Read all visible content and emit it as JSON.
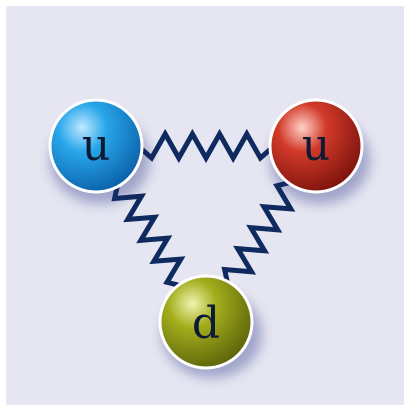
{
  "diagram": {
    "background_color": "#e6e6f2",
    "gluon_color": "#0f2a5e",
    "quarks": [
      {
        "label": "u",
        "color": "#1a9ae0",
        "color_name": "blue"
      },
      {
        "label": "u",
        "color": "#c0241c",
        "color_name": "red"
      },
      {
        "label": "d",
        "color": "#8e9a12",
        "color_name": "olive-green"
      }
    ],
    "gluons": [
      {
        "from": 0,
        "to": 1
      },
      {
        "from": 0,
        "to": 2
      },
      {
        "from": 1,
        "to": 2
      }
    ]
  }
}
